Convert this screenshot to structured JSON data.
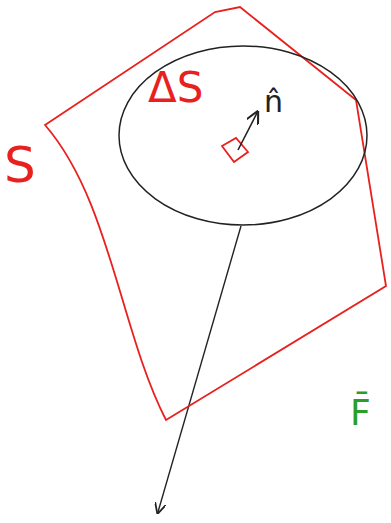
{
  "diagram": {
    "nodes": [
      {
        "text": [
          "S"
        ]
      },
      {
        "text": [
          "ΔS",
          "n̂"
        ],
        "in": 0
      }
    ],
    "labels": [
      "F̄"
    ]
  }
}
